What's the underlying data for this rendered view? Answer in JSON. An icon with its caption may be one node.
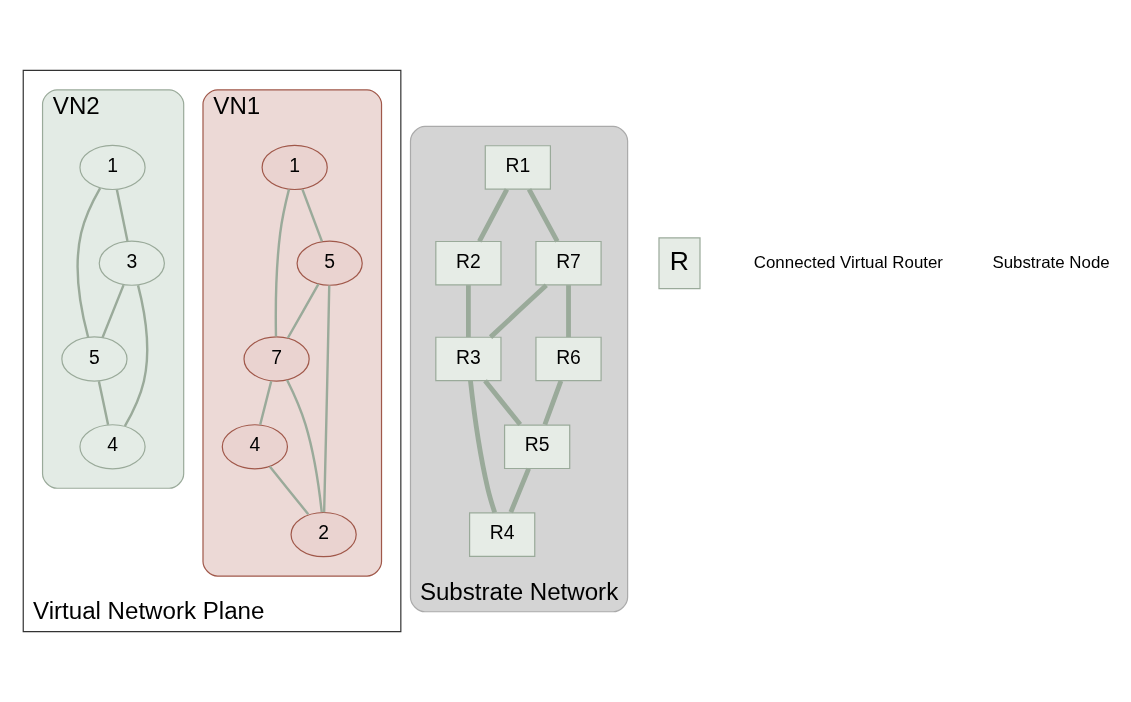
{
  "diagram": {
    "nodes": [
      {
        "text": [
          "Virtual Network Plane"
        ]
      },
      {
        "text": [
          "VN1"
        ],
        "in": 0
      },
      {
        "text": [
          "1"
        ],
        "in": 1
      },
      {
        "text": [
          "7"
        ],
        "in": 1
      },
      {
        "text": [
          "4"
        ],
        "in": 1
      },
      {
        "text": [
          "5"
        ],
        "in": 1
      },
      {
        "text": [
          "2"
        ],
        "in": 1
      },
      {
        "text": [
          "VN2"
        ],
        "in": 0
      },
      {
        "text": [
          "1"
        ],
        "in": 7
      },
      {
        "text": [
          "5"
        ],
        "in": 7
      },
      {
        "text": [
          "3"
        ],
        "in": 7
      },
      {
        "text": [
          "4"
        ],
        "in": 7
      },
      {
        "text": [
          "Substrate Network"
        ]
      },
      {
        "text": [
          "R1"
        ],
        "in": 12
      },
      {
        "text": [
          "R2"
        ],
        "in": 12
      },
      {
        "text": [
          "R3"
        ],
        "in": 12
      },
      {
        "text": [
          "R4"
        ],
        "in": 12
      },
      {
        "text": [
          "R5"
        ],
        "in": 12
      },
      {
        "text": [
          "R6"
        ],
        "in": 12
      },
      {
        "text": [
          "R7"
        ],
        "in": 12
      }
    ],
    "edges": [
      {
        "from": 2,
        "to": 3,
        "arrow": "none"
      },
      {
        "from": 2,
        "to": 5,
        "arrow": "none"
      },
      {
        "from": 5,
        "to": 3,
        "arrow": "none"
      },
      {
        "from": 3,
        "to": 4,
        "arrow": "none"
      },
      {
        "from": 3,
        "to": 6,
        "arrow": "none"
      },
      {
        "from": 4,
        "to": 6,
        "arrow": "none"
      },
      {
        "from": 5,
        "to": 6,
        "arrow": "none"
      },
      {
        "from": 8,
        "to": 9,
        "arrow": "none"
      },
      {
        "from": 8,
        "to": 10,
        "arrow": "none"
      },
      {
        "from": 10,
        "to": 9,
        "arrow": "none"
      },
      {
        "from": 9,
        "to": 11,
        "arrow": "none"
      },
      {
        "from": 10,
        "to": 11,
        "arrow": "none"
      },
      {
        "from": 13,
        "to": 14,
        "arrow": "none",
        "style": "thick"
      },
      {
        "from": 13,
        "to": 19,
        "arrow": "none",
        "style": "thick"
      },
      {
        "from": 14,
        "to": 15,
        "arrow": "none",
        "style": "thick"
      },
      {
        "from": 15,
        "to": 16,
        "arrow": "none",
        "style": "thick"
      },
      {
        "from": 15,
        "to": 17,
        "arrow": "none",
        "style": "thick"
      },
      {
        "from": 19,
        "to": 15,
        "arrow": "none",
        "style": "thick"
      },
      {
        "from": 19,
        "to": 18,
        "arrow": "none",
        "style": "thick"
      },
      {
        "from": 18,
        "to": 17,
        "arrow": "none",
        "style": "thick"
      },
      {
        "from": 17,
        "to": 16,
        "arrow": "none",
        "style": "thick"
      }
    ],
    "labels": [
      "R"
    ],
    "legend": [
      {
        "text": "Connected Virtual Router"
      },
      {
        "text": "Substrate Node"
      }
    ]
  }
}
